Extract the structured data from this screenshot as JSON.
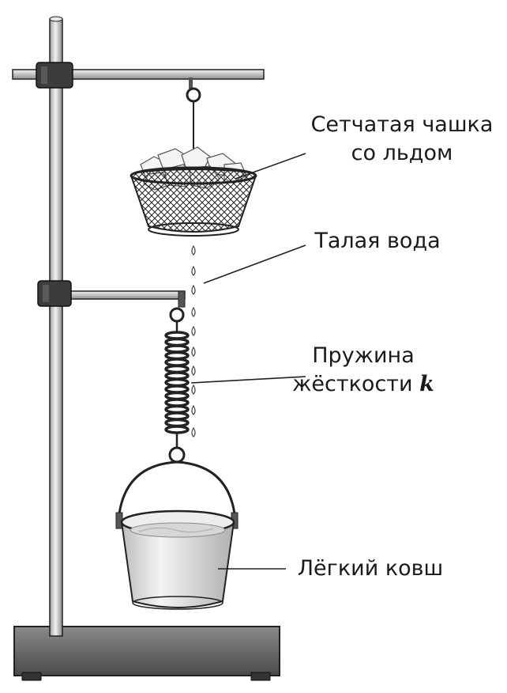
{
  "labels": {
    "cup_line1": "Сетчатая чашка",
    "cup_line2": "со льдом",
    "water": "Талая вода",
    "spring_line1": "Пружина",
    "spring_line2_text": "жёсткости ",
    "spring_symbol": "k",
    "ladle": "Лёгкий ковш"
  },
  "colors": {
    "metal": "#cfcfcf",
    "outline": "#222222",
    "clamp": "#3c3c3c",
    "base": "#6a6a6a",
    "bucket": "#e6e6e6",
    "water": "#dcdcdc"
  }
}
